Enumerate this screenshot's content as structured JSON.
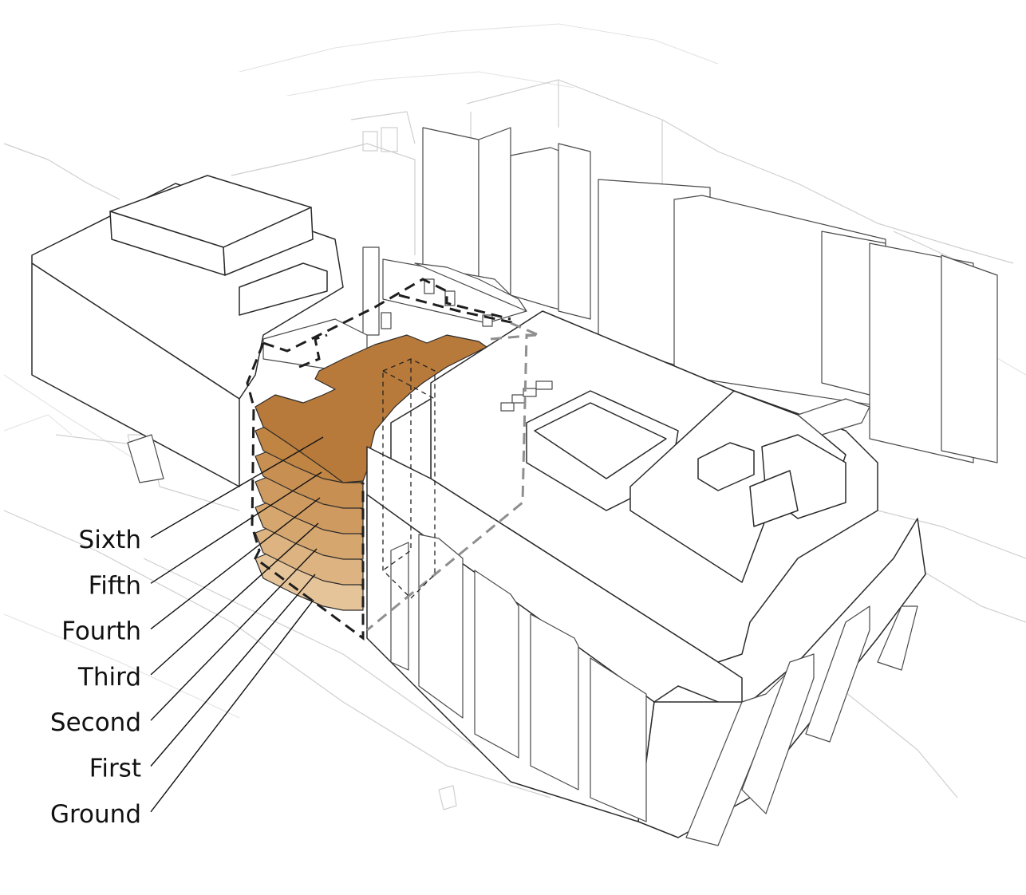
{
  "diagram": {
    "floors": [
      {
        "label": "Sixth",
        "color": "#b87a3a"
      },
      {
        "label": "Fifth",
        "color": "#c08443"
      },
      {
        "label": "Fourth",
        "color": "#c78f51"
      },
      {
        "label": "Third",
        "color": "#cf9a5f"
      },
      {
        "label": "Second",
        "color": "#d6a66f"
      },
      {
        "label": "First",
        "color": "#ddb381"
      },
      {
        "label": "Ground",
        "color": "#e6c49a"
      }
    ],
    "colors": {
      "outline": "#2b2b2b",
      "context": "#cfcfcf",
      "proposed_dashed": "#1e1e1e",
      "future_dashed": "#8f8f8f"
    }
  }
}
